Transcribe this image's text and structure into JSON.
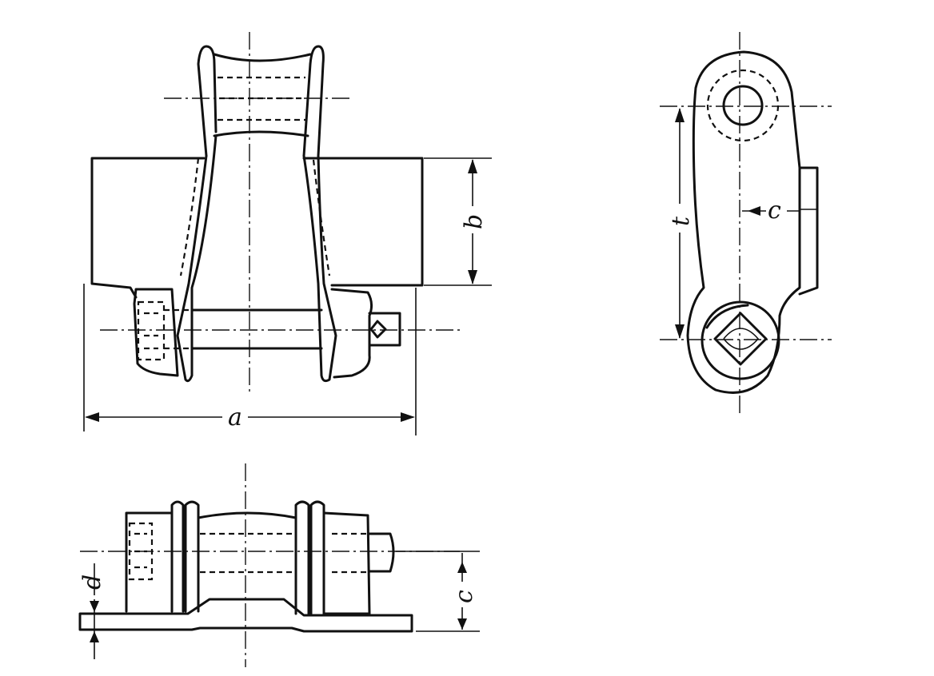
{
  "labels": {
    "dim_a": "a",
    "dim_b": "b",
    "dim_c_side": "c",
    "dim_t": "t",
    "dim_c_bottom": "c",
    "dim_d": "d"
  }
}
